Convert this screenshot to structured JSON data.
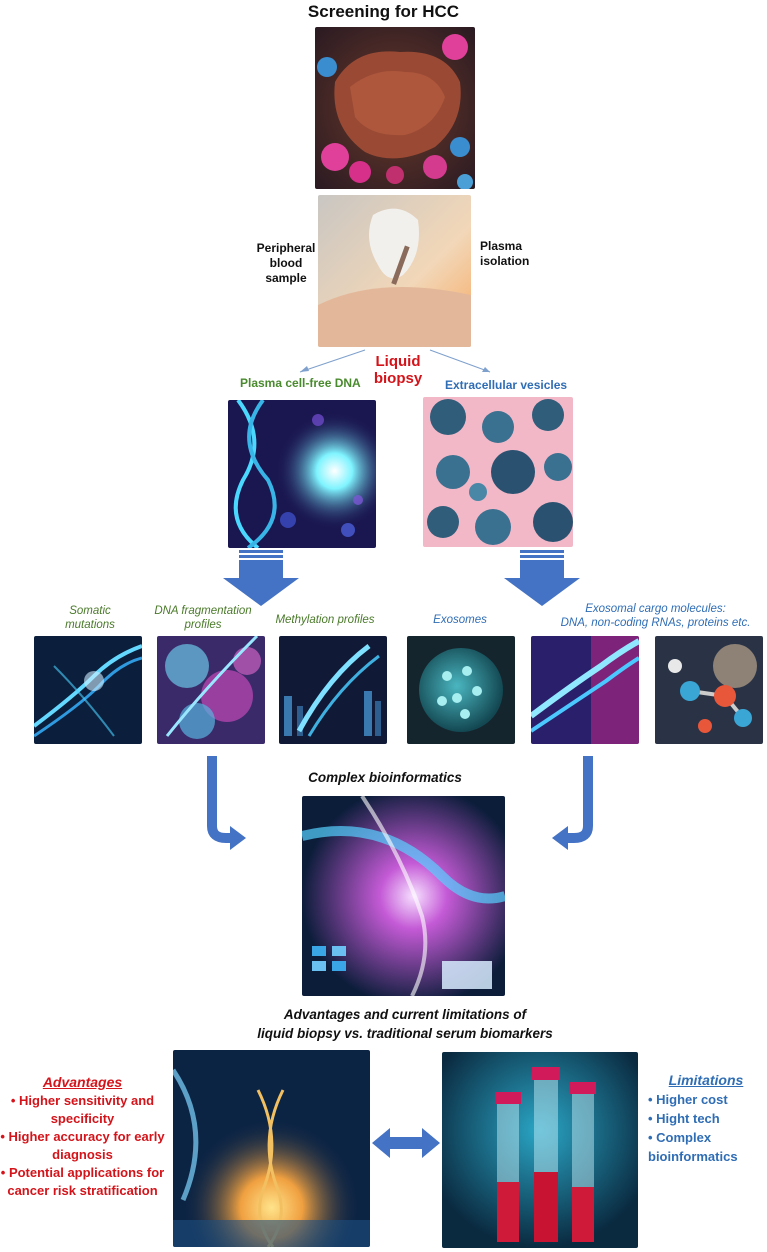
{
  "title": "Screening for HCC",
  "sample": {
    "left_label": "Peripheral\nblood\nsample",
    "right_label": "Plasma\nisolation"
  },
  "liquid_biopsy": "Liquid\nbiopsy",
  "branches": {
    "cfdna": "Plasma cell-free DNA",
    "ev": "Extracellular vesicles"
  },
  "cfdna_items": [
    "Somatic\nmutations",
    "DNA fragmentation\nprofiles",
    "Methylation profiles"
  ],
  "ev_items": {
    "exosomes": "Exosomes",
    "cargo": "Exosomal cargo molecules:\nDNA, non-coding RNAs, proteins etc."
  },
  "bioinformatics": "Complex bioinformatics",
  "comparison_title": "Advantages and current limitations of\nliquid biopsy  vs. traditional serum biomarkers",
  "advantages": {
    "heading": "Advantages",
    "items": [
      "Higher sensitivity and specificity",
      "Higher accuracy for early diagnosis",
      "Potential applications for cancer risk stratification"
    ]
  },
  "limitations": {
    "heading": "Limitations",
    "items": [
      "Higher cost",
      "Hight tech",
      "Complex bioinformatics"
    ]
  },
  "colors": {
    "arrow_blue": "#4472c4",
    "red": "#d4141a",
    "green": "#4a8a2e",
    "blue_text": "#2f6db5"
  }
}
